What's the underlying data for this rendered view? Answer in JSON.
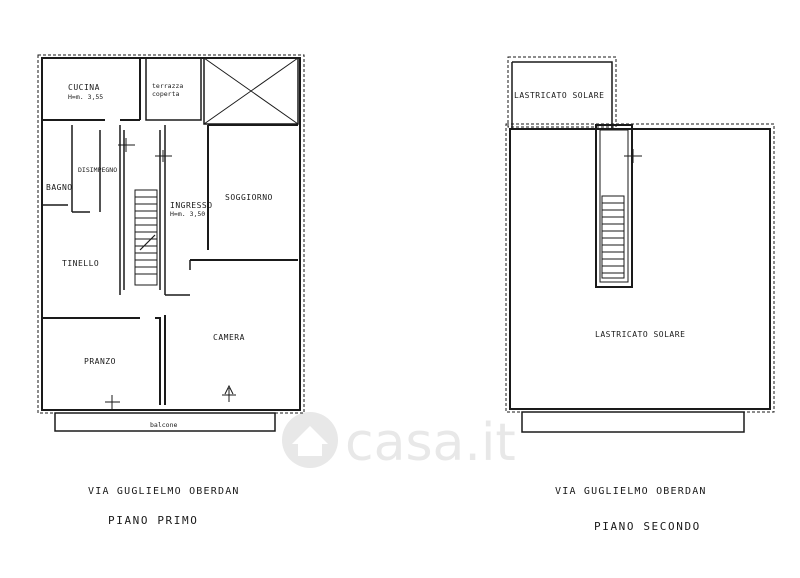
{
  "plans": {
    "primo": {
      "rooms": {
        "cucina": "CUCINA",
        "cucina_height": "H=m. 3,55",
        "terrazza_1": "terrazza",
        "terrazza_2": "coperta",
        "disimpegno": "DISIMPEGNO",
        "bagno": "BAGNO",
        "ingresso": "INGRESSO",
        "ingresso_height": "H=m. 3,50",
        "soggiorno": "SOGGIORNO",
        "tinello": "TINELLO",
        "camera": "CAMERA",
        "pranzo": "PRANZO",
        "balcone": "balcone"
      },
      "street": "VIA  GUGLIELMO  OBERDAN",
      "floor_label": "PIANO  PRIMO"
    },
    "secondo": {
      "rooms": {
        "lastricato_top": "LASTRICATO SOLARE",
        "lastricato_main": "LASTRICATO SOLARE"
      },
      "street": "VIA  GUGLIELMO  OBERDAN",
      "floor_label": "PIANO  SECONDO"
    }
  },
  "watermark": "casa.it",
  "colors": {
    "line": "#1a1a1a",
    "watermark": "#e8e8e8"
  }
}
